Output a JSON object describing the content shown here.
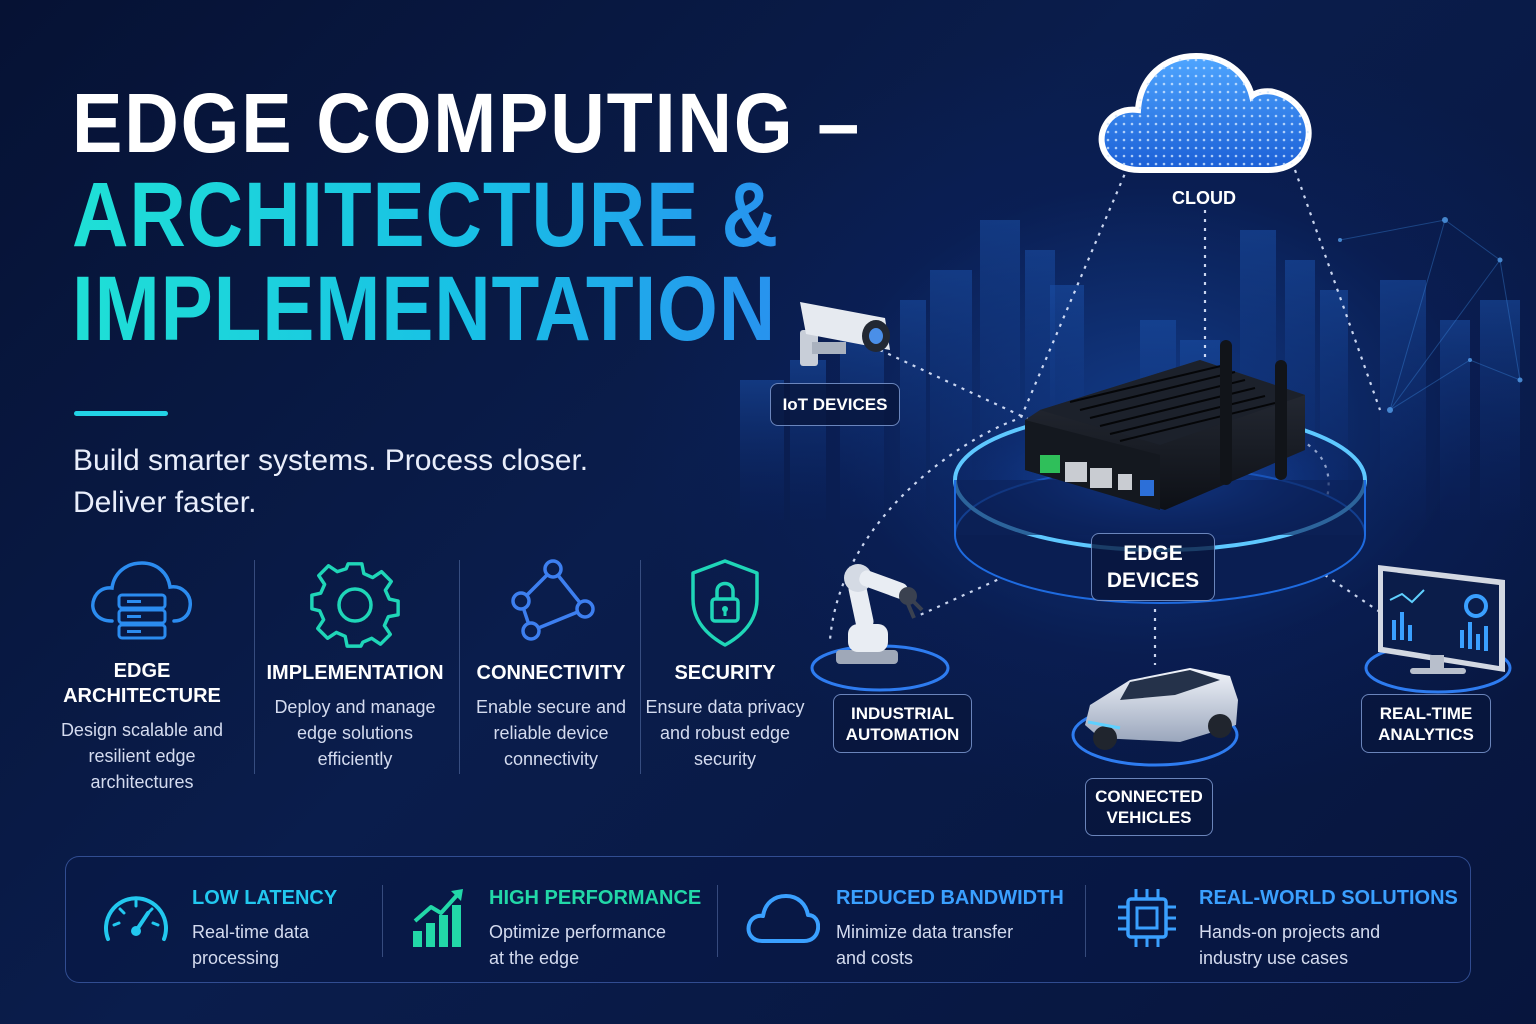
{
  "title": {
    "line1": "EDGE COMPUTING –",
    "line2": "ARCHITECTURE &",
    "line3": "IMPLEMENTATION"
  },
  "subtitle": {
    "line1": "Build smarter systems. Process closer.",
    "line2": "Deliver faster."
  },
  "features": [
    {
      "icon": "cloud-server-icon",
      "title_line1": "EDGE",
      "title_line2": "ARCHITECTURE",
      "desc_line1": "Design scalable and",
      "desc_line2": "resilient edge",
      "desc_line3": "architectures"
    },
    {
      "icon": "gear-icon",
      "title_line1": "IMPLEMENTATION",
      "desc_line1": "Deploy and manage",
      "desc_line2": "edge solutions",
      "desc_line3": "efficiently"
    },
    {
      "icon": "network-nodes-icon",
      "title_line1": "CONNECTIVITY",
      "desc_line1": "Enable secure and",
      "desc_line2": "reliable device",
      "desc_line3": "connectivity"
    },
    {
      "icon": "shield-lock-icon",
      "title_line1": "SECURITY",
      "desc_line1": "Ensure data privacy",
      "desc_line2": "and robust edge",
      "desc_line3": "security"
    }
  ],
  "diagram": {
    "cloud": "CLOUD",
    "iot_devices": "IoT DEVICES",
    "edge_devices_line1": "EDGE",
    "edge_devices_line2": "DEVICES",
    "industrial_line1": "INDUSTRIAL",
    "industrial_line2": "AUTOMATION",
    "vehicles_line1": "CONNECTED",
    "vehicles_line2": "VEHICLES",
    "analytics_line1": "REAL-TIME",
    "analytics_line2": "ANALYTICS"
  },
  "benefits": [
    {
      "icon": "speedometer-icon",
      "title": "LOW LATENCY",
      "desc_line1": "Real-time data",
      "desc_line2": "processing",
      "color": "#22c8ef"
    },
    {
      "icon": "bar-chart-growth-icon",
      "title": "HIGH PERFORMANCE",
      "desc_line1": "Optimize performance",
      "desc_line2": "at the edge",
      "color": "#22d8a8"
    },
    {
      "icon": "cloud-icon",
      "title": "REDUCED BANDWIDTH",
      "desc_line1": "Minimize data transfer",
      "desc_line2": "and costs",
      "color": "#3aa0ff"
    },
    {
      "icon": "chip-icon",
      "title": "REAL-WORLD SOLUTIONS",
      "desc_line1": "Hands-on projects and",
      "desc_line2": "industry use cases",
      "color": "#3aa0ff"
    }
  ],
  "colors": {
    "background": "#0a1d4c",
    "accent_cyan": "#22d3e6",
    "accent_teal": "#22d8a8",
    "accent_blue": "#3aa0ff"
  }
}
